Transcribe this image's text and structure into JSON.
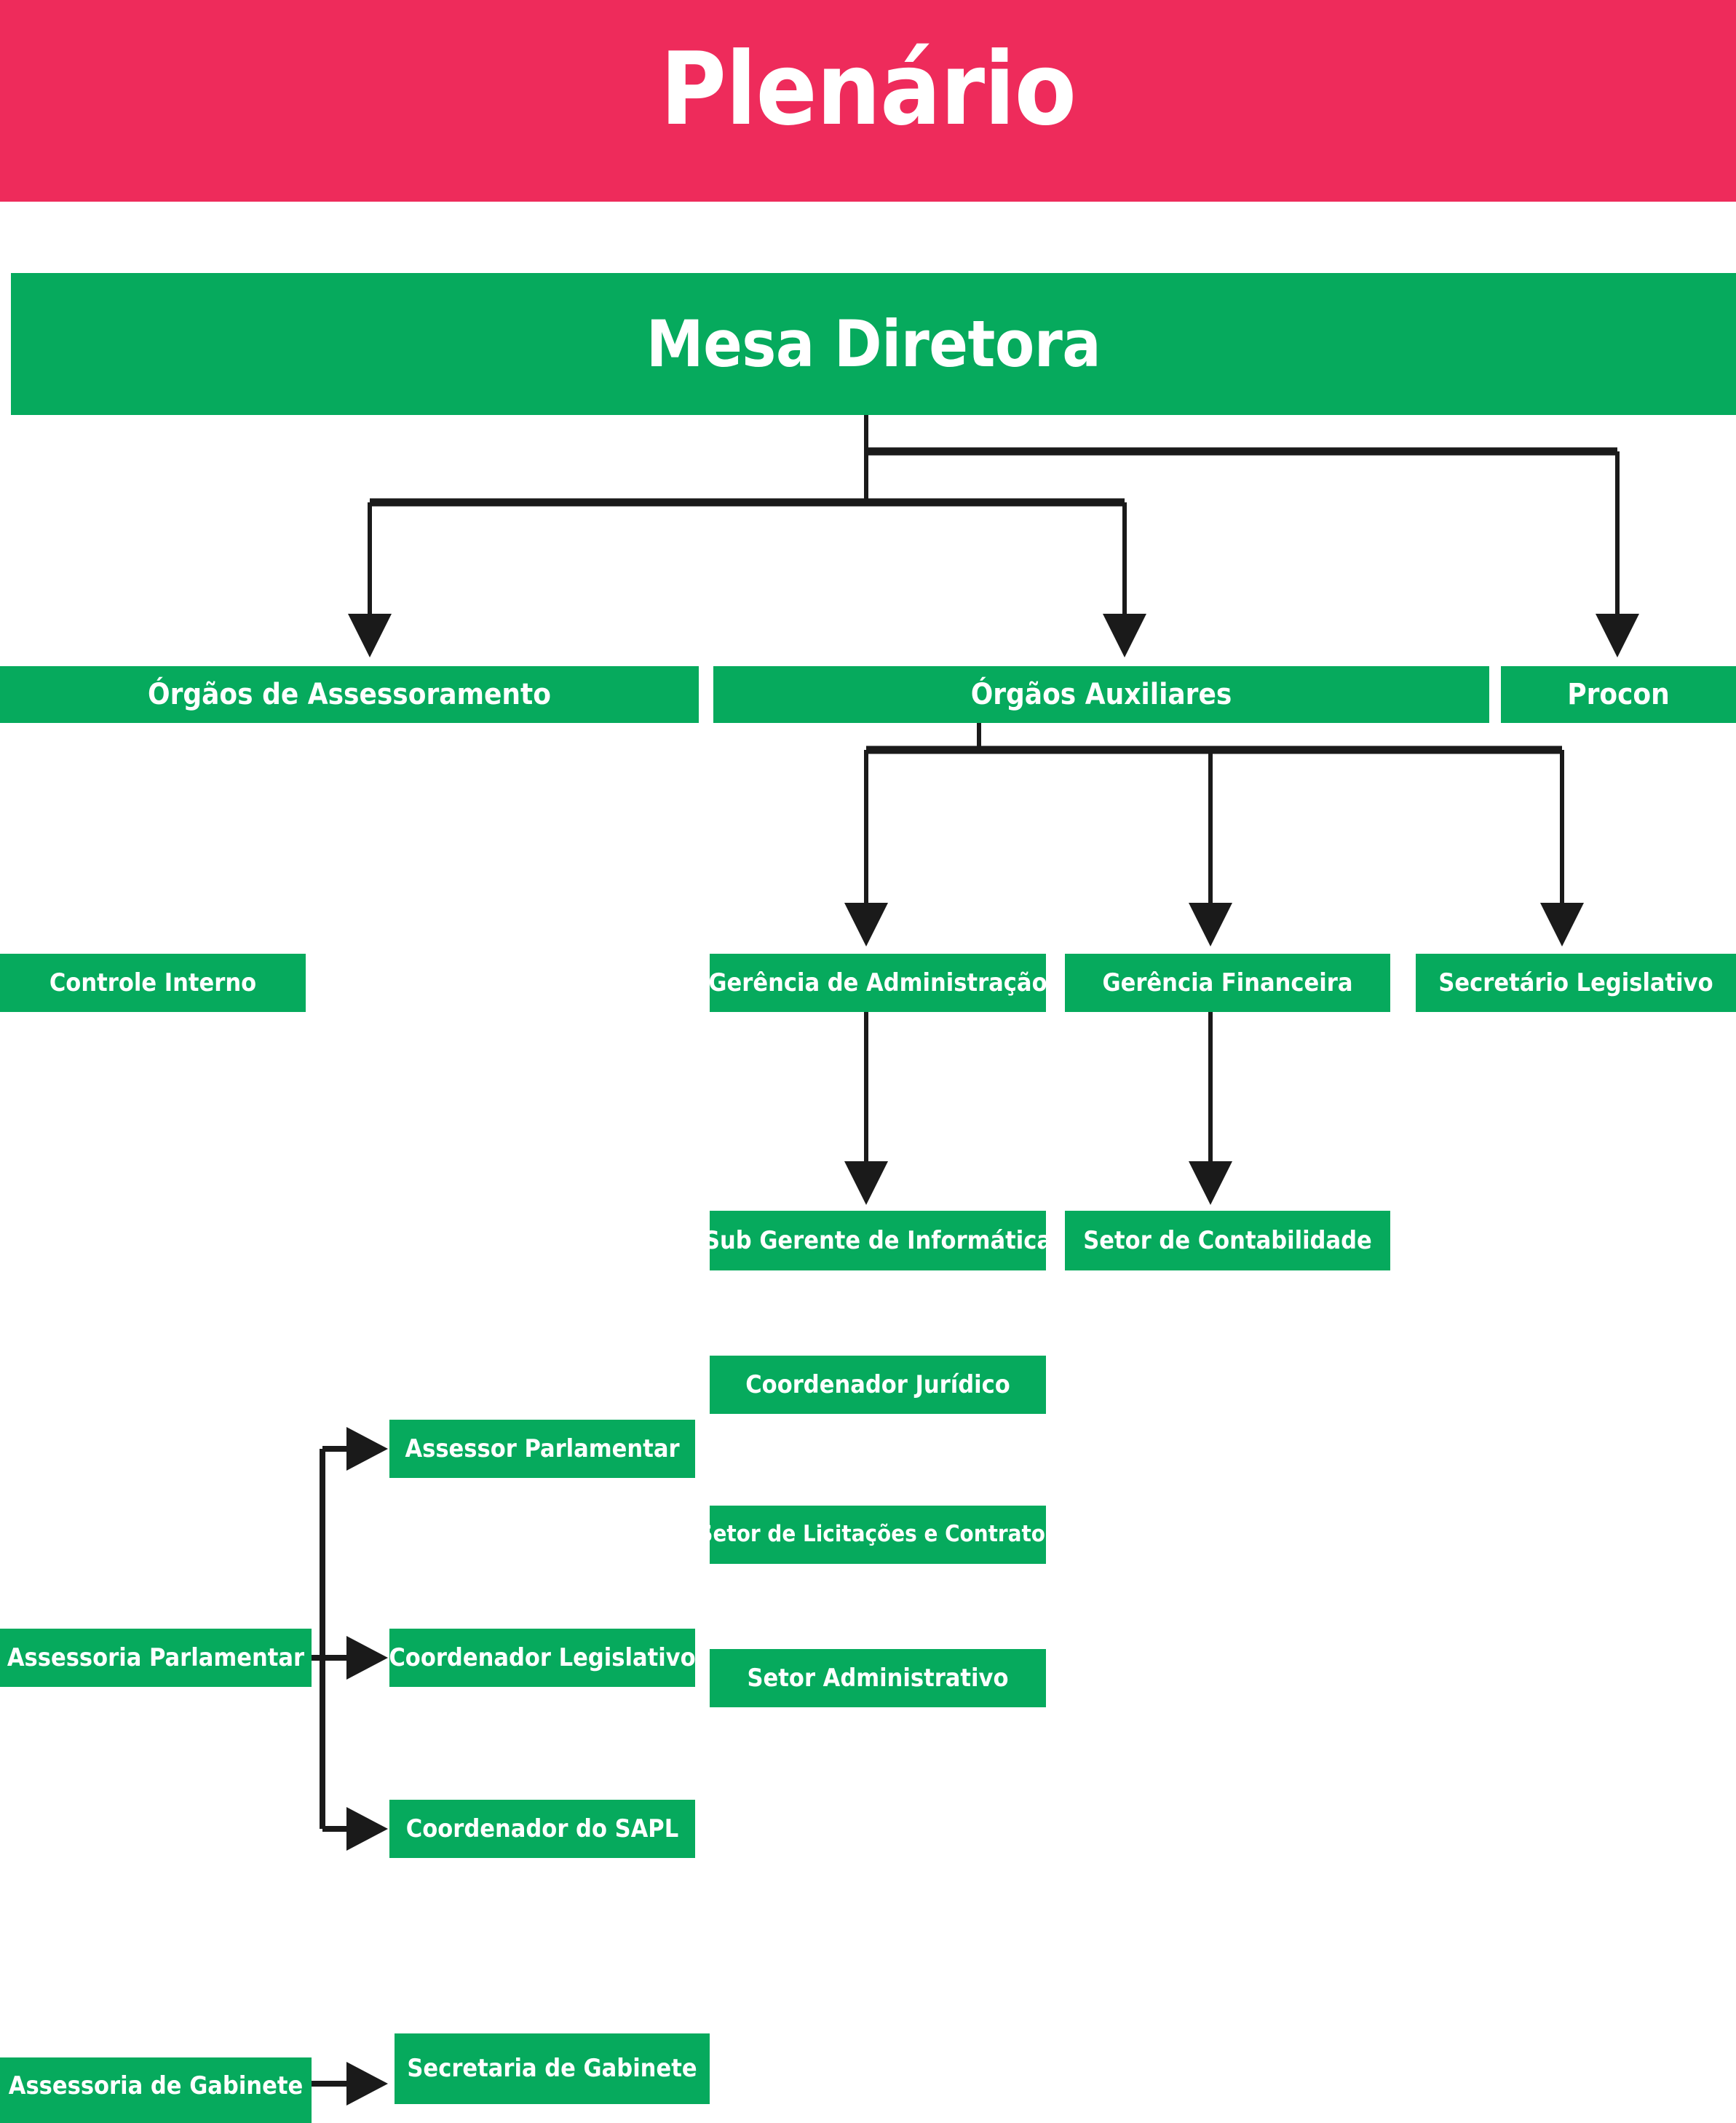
{
  "page": {
    "title": "Plenário",
    "title_bg": "#EE2B5B",
    "title_color": "#FFFFFF",
    "node_bg": "#06AA5D",
    "node_color": "#FFFFFF",
    "connector_color": "#1A1A1A",
    "canvas_bg": "#FFFFFF"
  },
  "nodes": {
    "plenario": "Plenário",
    "mesa_diretora": "Mesa Diretora",
    "orgaos_assessoramento": "Órgãos de Assessoramento",
    "orgaos_auxiliares": "Órgãos Auxiliares",
    "procon": "Procon",
    "controle_interno": "Controle Interno",
    "gerencia_administracao": "Gerência de Administração",
    "gerencia_financeira": "Gerência Financeira",
    "secretario_legislativo": "Secretário Legislativo",
    "sub_gerente_informatica": "Sub Gerente de Informática",
    "setor_contabilidade": "Setor de Contabilidade",
    "coordenador_juridico": "Coordenador Jurídico",
    "assessor_parlamentar": "Assessor Parlamentar",
    "setor_licitacoes_contratos": "Setor de Licitações e Contratos",
    "assessoria_parlamentar": "Assessoria Parlamentar",
    "coordenador_legislativo": "Coordenador Legislativo",
    "setor_administrativo": "Setor Administrativo",
    "coordenador_sapl": "Coordenador do SAPL",
    "assessoria_gabinete": "Assessoria de Gabinete",
    "secretaria_gabinete": "Secretaria de Gabinete"
  },
  "hierarchy": [
    {
      "parent": "Plenário",
      "children": [
        "Mesa Diretora"
      ]
    },
    {
      "parent": "Mesa Diretora",
      "children": [
        "Órgãos de Assessoramento",
        "Órgãos Auxiliares",
        "Procon"
      ]
    },
    {
      "parent": "Órgãos de Assessoramento",
      "children": [
        "Controle Interno"
      ]
    },
    {
      "parent": "Órgãos Auxiliares",
      "children": [
        "Gerência de Administração",
        "Gerência Financeira",
        "Secretário Legislativo"
      ]
    },
    {
      "parent": "Gerência de Administração",
      "children": [
        "Sub Gerente de Informática"
      ]
    },
    {
      "parent": "Gerência Financeira",
      "children": [
        "Setor de Contabilidade"
      ]
    },
    {
      "parent": "Assessoria Parlamentar",
      "children": [
        "Assessor Parlamentar",
        "Coordenador Legislativo",
        "Coordenador do SAPL"
      ]
    },
    {
      "parent": "Assessoria de Gabinete",
      "children": [
        "Secretaria de Gabinete"
      ]
    }
  ]
}
